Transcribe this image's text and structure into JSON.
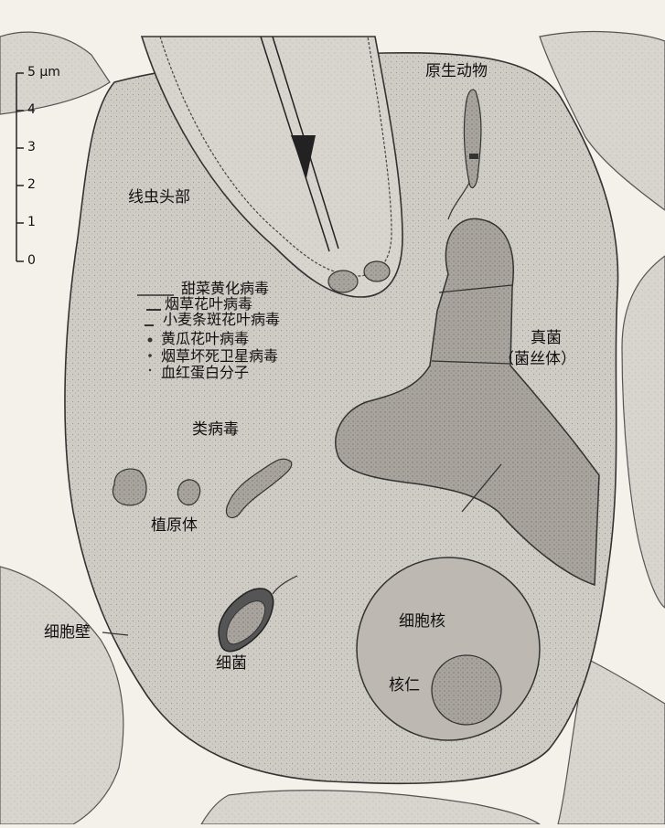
{
  "scale_bar": {
    "unit_label": "5 μm",
    "ticks": [
      "4",
      "3",
      "2",
      "1",
      "0"
    ]
  },
  "labels": {
    "nematode_head": "线虫头部",
    "protozoa": "原生动物",
    "fungus": "真菌",
    "fungus_sub": "（菌丝体）",
    "viroid": "类病毒",
    "phytoplasma": "植原体",
    "bacteria": "细菌",
    "cell_wall": "细胞壁",
    "nucleus": "细胞核",
    "nucleolus": "核仁"
  },
  "virus_list": [
    "甜菜黄化病毒",
    "烟草花叶病毒",
    "小麦条斑花叶病毒",
    "黄瓜花叶病毒",
    "烟草坏死卫星病毒",
    "血红蛋白分子"
  ],
  "colors": {
    "cell_fill": "#cfcbc5",
    "wall_fill": "#f4f1eb",
    "outline": "#333333",
    "organism_fill": "#a9a49d",
    "nucleus_fill": "#bdb8b1"
  }
}
